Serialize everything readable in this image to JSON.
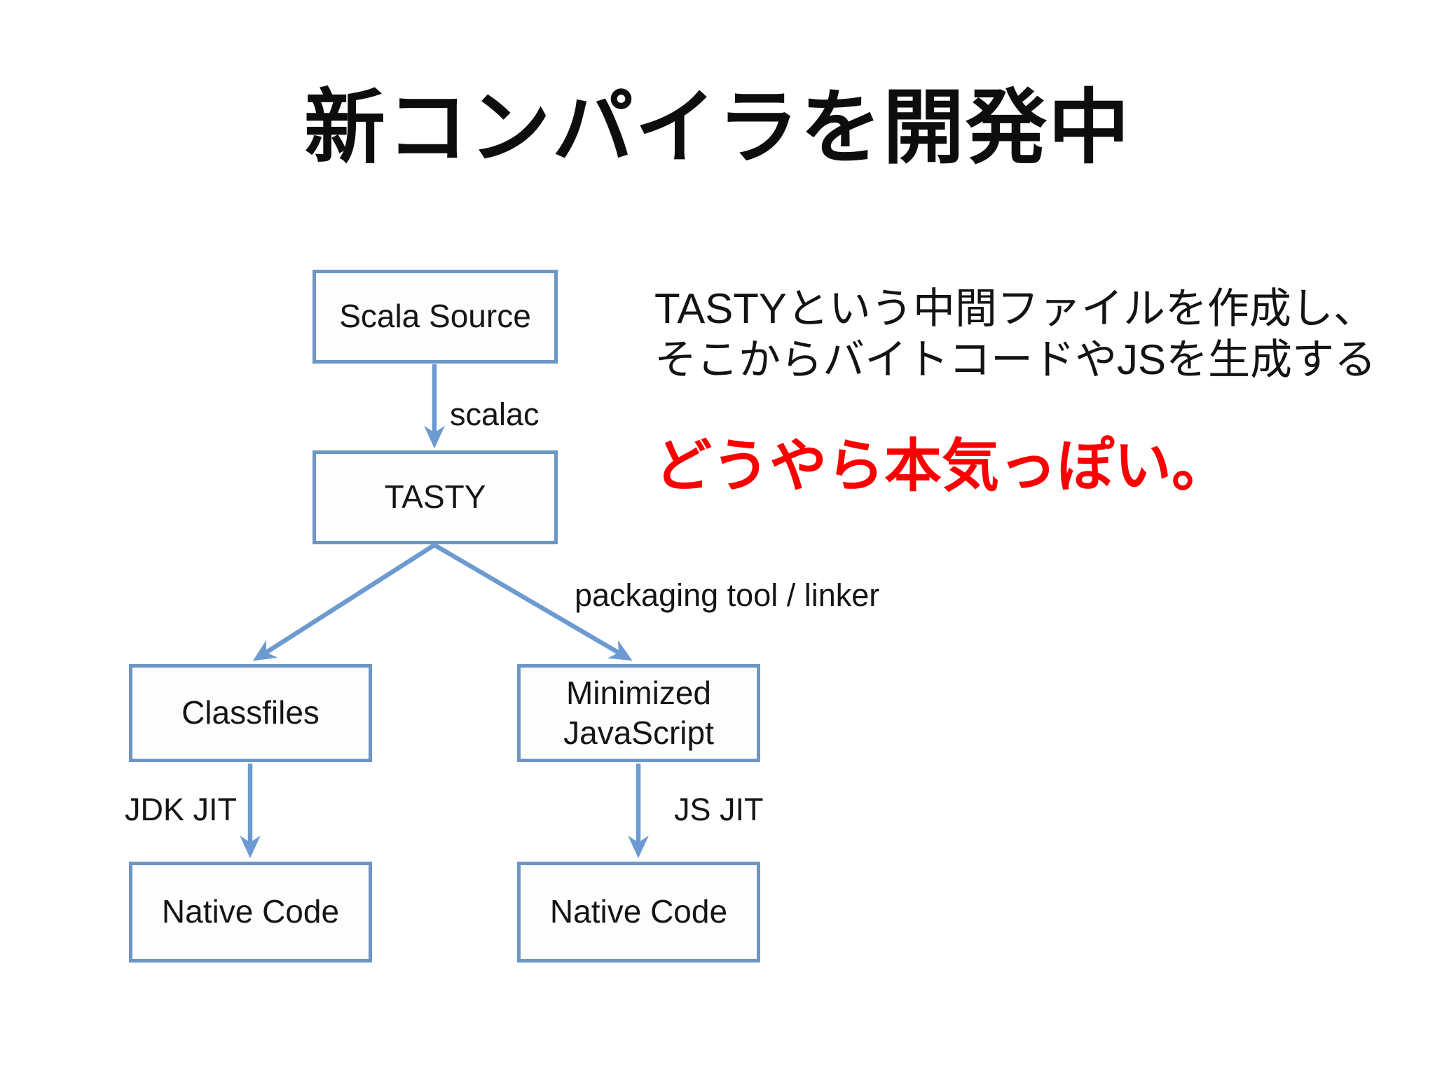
{
  "slide": {
    "title": "新コンパイラを開発中",
    "description_lines": [
      "TASTYという中間ファイルを作成し、",
      "そこからバイトコードやJSを生成する"
    ],
    "emphasis": "どうやら本気っぽい。",
    "colors": {
      "background": "#ffffff",
      "box_border": "#6d96c5",
      "arrow": "#6c9ad1",
      "text": "#131313",
      "emphasis_red": "#fa0000"
    }
  },
  "diagram": {
    "nodes": [
      {
        "id": "scala-source",
        "label": "Scala Source"
      },
      {
        "id": "tasty",
        "label": "TASTY"
      },
      {
        "id": "classfiles",
        "label": "Classfiles"
      },
      {
        "id": "minimized-javascript",
        "label": "Minimized JavaScript"
      },
      {
        "id": "native-code-jvm",
        "label": "Native Code"
      },
      {
        "id": "native-code-js",
        "label": "Native Code"
      }
    ],
    "edges": [
      {
        "from": "scala-source",
        "to": "tasty",
        "label": "scalac"
      },
      {
        "from": "tasty",
        "to": "classfiles",
        "label": ""
      },
      {
        "from": "tasty",
        "to": "minimized-javascript",
        "label": "packaging tool / linker"
      },
      {
        "from": "classfiles",
        "to": "native-code-jvm",
        "label": "JDK JIT"
      },
      {
        "from": "minimized-javascript",
        "to": "native-code-js",
        "label": "JS JIT"
      }
    ]
  }
}
